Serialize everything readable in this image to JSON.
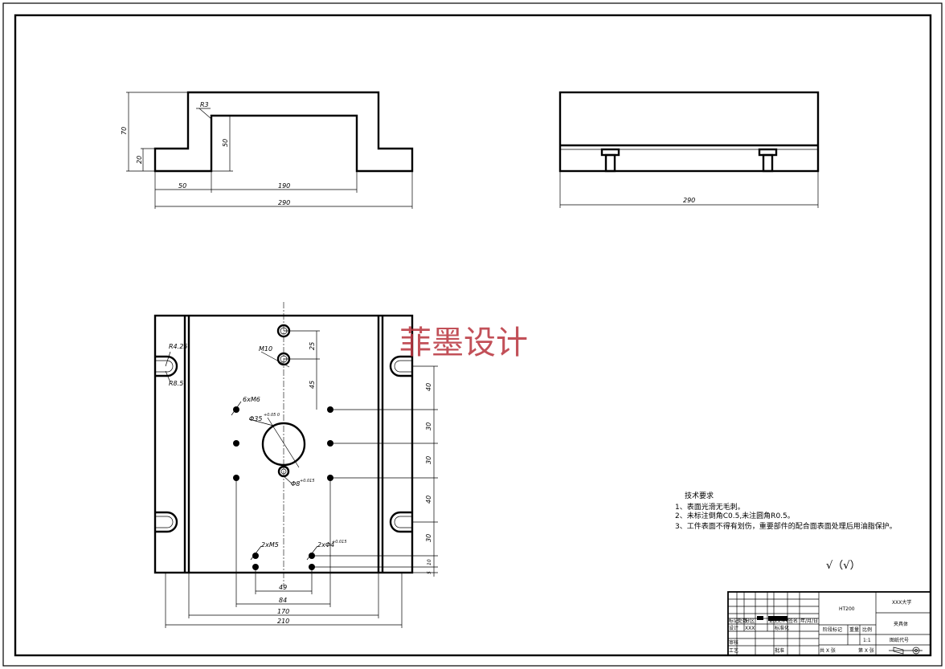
{
  "watermark": "菲墨设计",
  "front_view": {
    "dims": {
      "h70": "70",
      "h50": "50",
      "h20": "20",
      "r3": "R3",
      "w50": "50",
      "w190": "190",
      "w290": "290"
    }
  },
  "side_view": {
    "dims": {
      "w290": "290"
    }
  },
  "top_view": {
    "dims": {
      "r425": "R4.25",
      "r85": "R8.5",
      "m10": "M10",
      "d25": "25",
      "d45": "45",
      "holes6": "6xM6",
      "bore": "Φ35",
      "bore_tol": "+0.05 0",
      "pin": "Φ8",
      "pin_tol": "+0.015",
      "m5": "2xM5",
      "pin2": "2xΦ4",
      "pin2_tol": "+0.015",
      "v40a": "40",
      "v30a": "30",
      "v30b": "30",
      "v40b": "40",
      "v30c": "30",
      "v10": "10",
      "v5": "5",
      "h49": "49",
      "h84": "84",
      "h170": "170",
      "h210": "210"
    }
  },
  "tech_requirements": {
    "title": "技术要求",
    "items": [
      "1、表面光滑无毛刺。",
      "2、未标注倒角C0.5,未注圆角R0.5。",
      "3、工件表面不得有划伤，重要部件的配合面表面处理后用油脂保护。"
    ]
  },
  "roughness_symbol": "√（√）",
  "title_block": {
    "material": "HT200",
    "school": "XXX大学",
    "part_name": "夹具体",
    "drawing_no": "图纸代号",
    "scale_label": "比例",
    "scale": "1:1",
    "weight_label": "重量",
    "stage_label": "阶段标记",
    "sheet_total": "共 X 张",
    "sheet_no": "第 X 张",
    "row_labels": [
      "标记",
      "处数",
      "分区",
      "更改文件号",
      "签名",
      "年/月/日"
    ],
    "design_label": "设计",
    "design_name": "XXX",
    "std_label": "标准化",
    "check_label": "审核",
    "process_label": "工艺",
    "approve_label": "批准"
  }
}
